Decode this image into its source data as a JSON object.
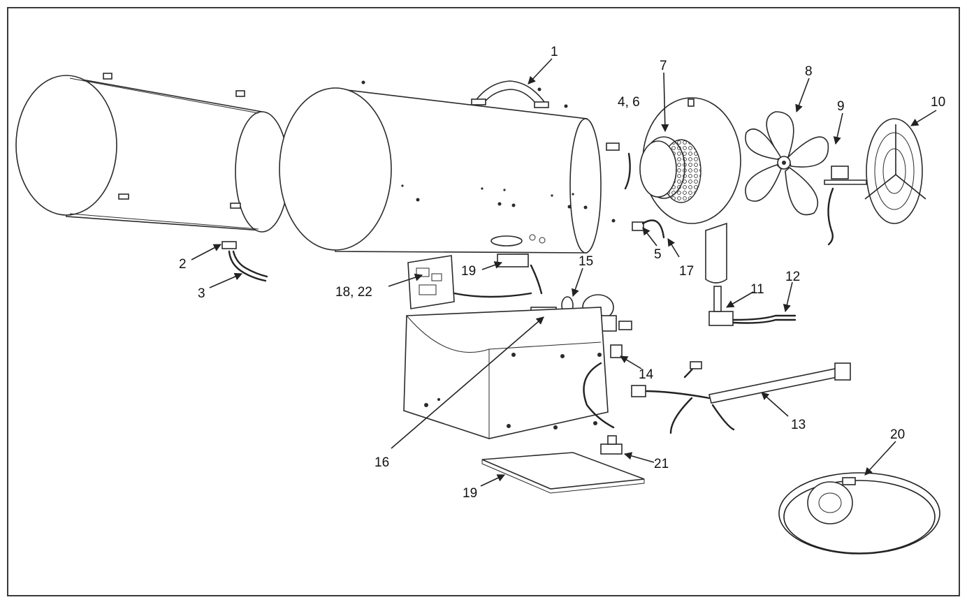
{
  "diagram": {
    "callouts": [
      {
        "id": "c1",
        "label": "1"
      },
      {
        "id": "c2",
        "label": "2"
      },
      {
        "id": "c3",
        "label": "3"
      },
      {
        "id": "c46",
        "label": "4, 6"
      },
      {
        "id": "c5",
        "label": "5"
      },
      {
        "id": "c7",
        "label": "7"
      },
      {
        "id": "c8",
        "label": "8"
      },
      {
        "id": "c9",
        "label": "9"
      },
      {
        "id": "c10",
        "label": "10"
      },
      {
        "id": "c11",
        "label": "11"
      },
      {
        "id": "c12",
        "label": "12"
      },
      {
        "id": "c13",
        "label": "13"
      },
      {
        "id": "c14",
        "label": "14"
      },
      {
        "id": "c15",
        "label": "15"
      },
      {
        "id": "c16",
        "label": "16"
      },
      {
        "id": "c17",
        "label": "17"
      },
      {
        "id": "c1822",
        "label": "18, 22"
      },
      {
        "id": "c19a",
        "label": "19"
      },
      {
        "id": "c19b",
        "label": "19"
      },
      {
        "id": "c20",
        "label": "20"
      },
      {
        "id": "c21",
        "label": "21"
      }
    ]
  }
}
